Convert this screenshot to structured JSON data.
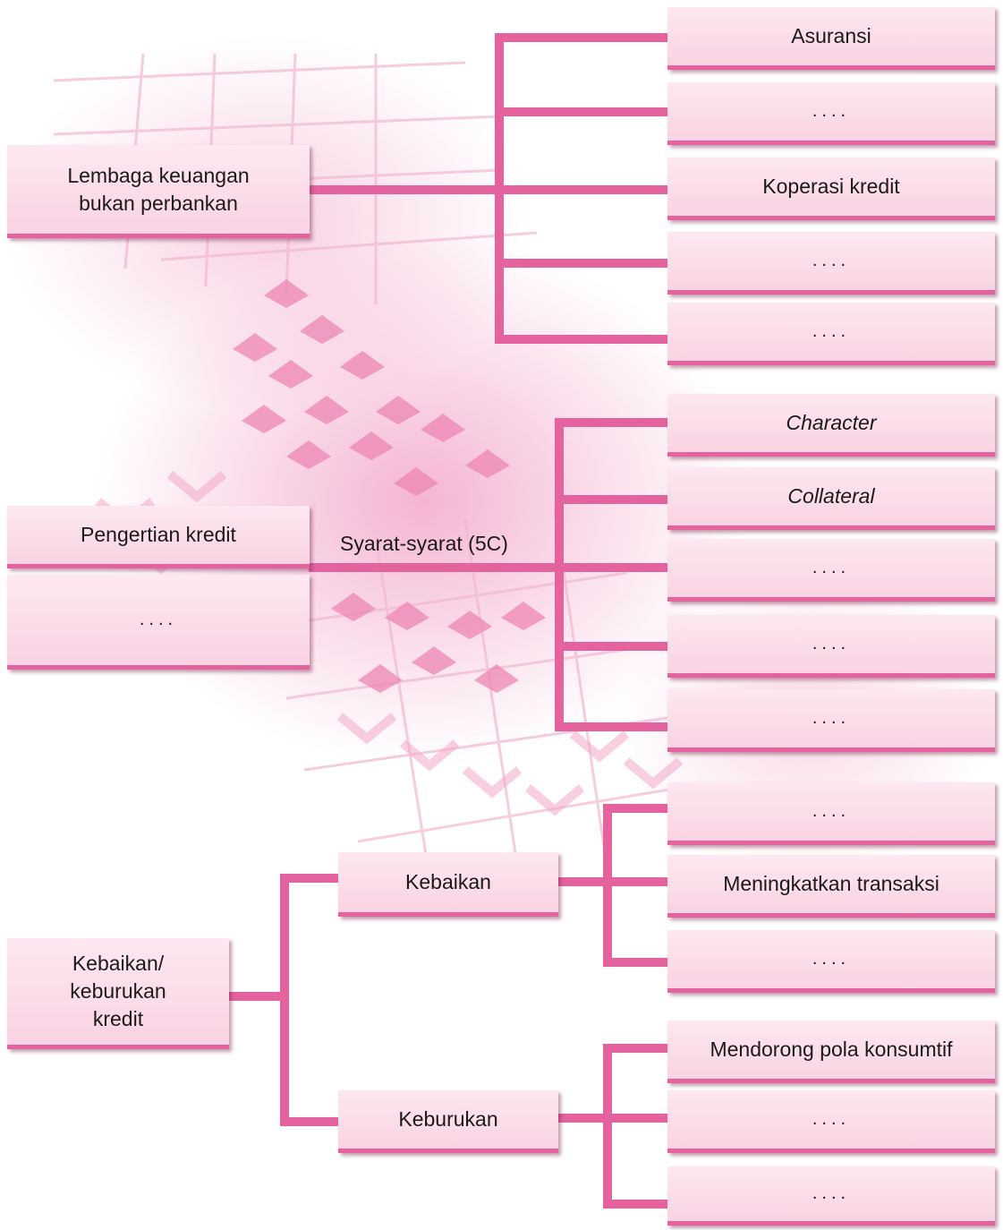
{
  "section1": {
    "root": "Lembaga keuangan\nbukan perbankan",
    "leaves": [
      "Asuransi",
      "....",
      "Koperasi kredit",
      "....",
      "...."
    ]
  },
  "section2": {
    "root": "Pengertian kredit",
    "root_answer": "....",
    "branch_label": "Syarat-syarat (5C)",
    "leaves": [
      "Character",
      "Collateral",
      "....",
      "....",
      "...."
    ]
  },
  "section3": {
    "root": "Kebaikan/\nkeburukan\nkredit",
    "good": {
      "label": "Kebaikan",
      "leaves": [
        "....",
        "Meningkatkan transaksi",
        "...."
      ]
    },
    "bad": {
      "label": "Keburukan",
      "leaves": [
        "Mendorong pola konsumtif",
        "....",
        "...."
      ]
    }
  },
  "colors": {
    "connector": "#e4639f",
    "box_fill": "#fbdbe8",
    "accent": "#e4639f"
  }
}
